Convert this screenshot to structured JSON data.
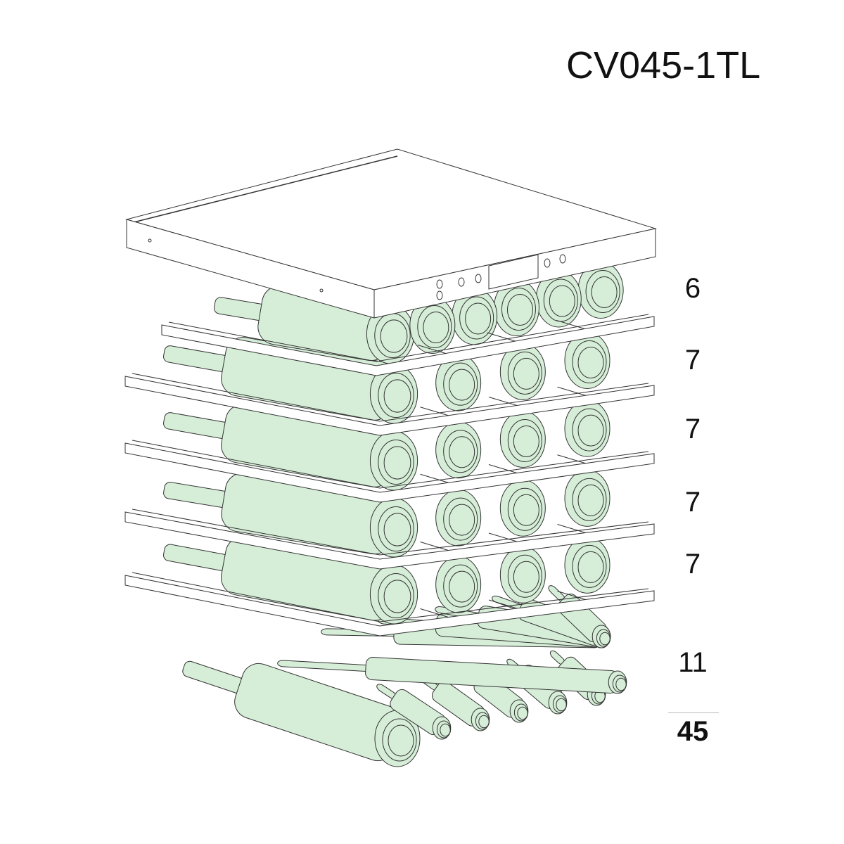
{
  "title": "CV045-1TL",
  "shelves": [
    {
      "label": "6",
      "count": 6
    },
    {
      "label": "7",
      "count": 7
    },
    {
      "label": "7",
      "count": 7
    },
    {
      "label": "7",
      "count": 7
    },
    {
      "label": "7",
      "count": 7
    },
    {
      "label": "11",
      "count": 11
    }
  ],
  "total": "45",
  "colors": {
    "bottle": "#d6eed8",
    "line": "#333333",
    "text": "#111111"
  }
}
